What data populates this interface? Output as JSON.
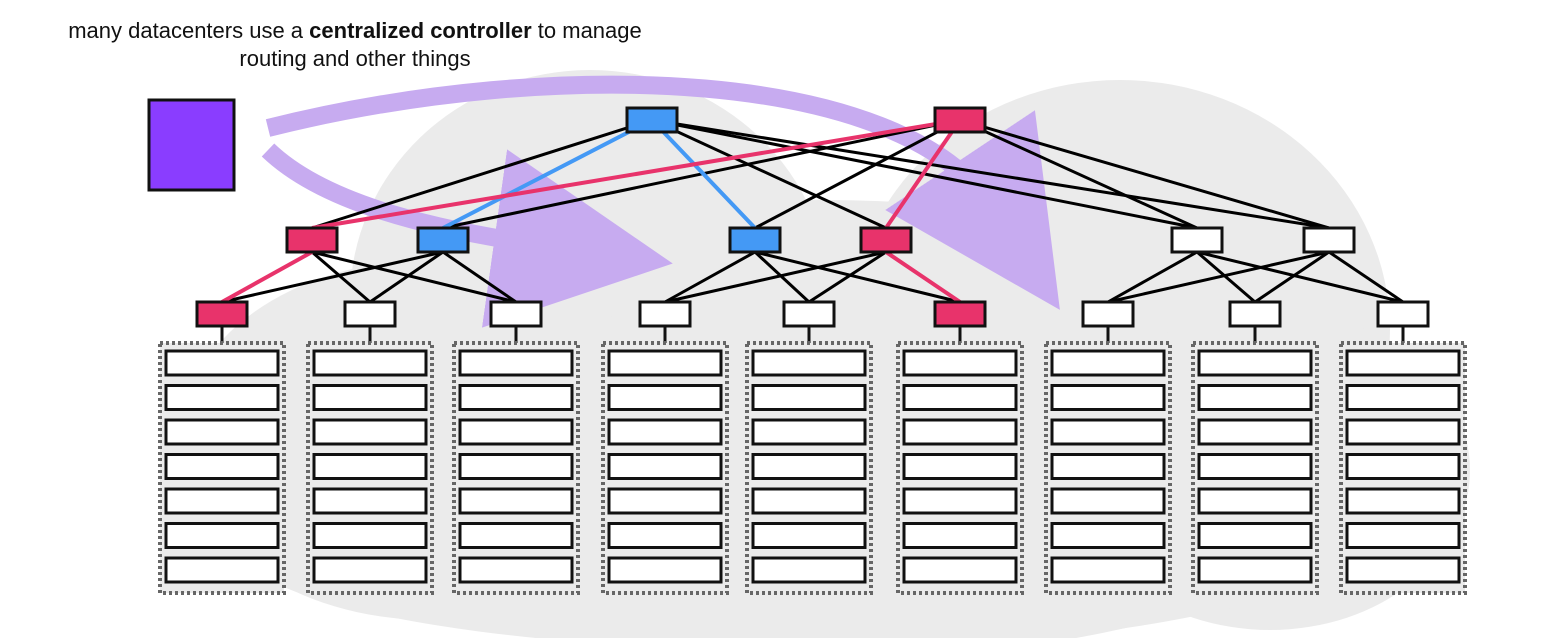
{
  "caption": {
    "prefix": "many datacenters use a ",
    "emphasis": "centralized controller",
    "suffix": " to manage",
    "line2": "routing and other things"
  },
  "colors": {
    "controller": "#8a3dff",
    "blue_path": "#4499f5",
    "red_path": "#e8336b",
    "arrow": "#c7abf0",
    "cloud": "#ebebeb",
    "link": "#000000"
  },
  "icons": [
    "controller-box",
    "switch-box",
    "server-box",
    "rack-outline",
    "cloud-shape",
    "arrow"
  ],
  "topology": {
    "core_switches": [
      {
        "id": "core-1",
        "state": "blue"
      },
      {
        "id": "core-2",
        "state": "red"
      }
    ],
    "pods": [
      {
        "aggregation": [
          "red",
          "blue"
        ],
        "edge": [
          "red",
          "none",
          "none"
        ]
      },
      {
        "aggregation": [
          "blue",
          "red"
        ],
        "edge": [
          "none",
          "none",
          "red"
        ]
      },
      {
        "aggregation": [
          "none",
          "none"
        ],
        "edge": [
          "none",
          "none",
          "none"
        ]
      }
    ],
    "servers_per_rack": 7
  }
}
